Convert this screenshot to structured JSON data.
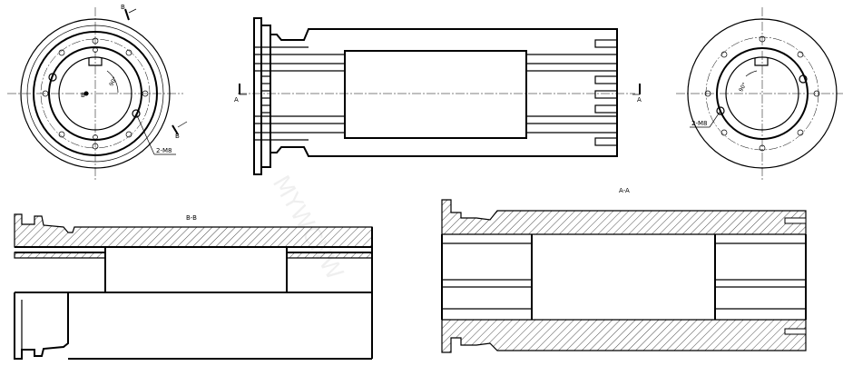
{
  "labels": {
    "section_aa_title": "A-A",
    "section_bb_title": "B-B",
    "thread_note_left": "2-M8",
    "thread_note_right": "2-M8",
    "angle_left": "90°",
    "angle_right": "90°",
    "cut_mark_a": "A",
    "cut_mark_b": "B",
    "center_mark": "B"
  },
  "watermark": {
    "text": "MYWCNW"
  }
}
